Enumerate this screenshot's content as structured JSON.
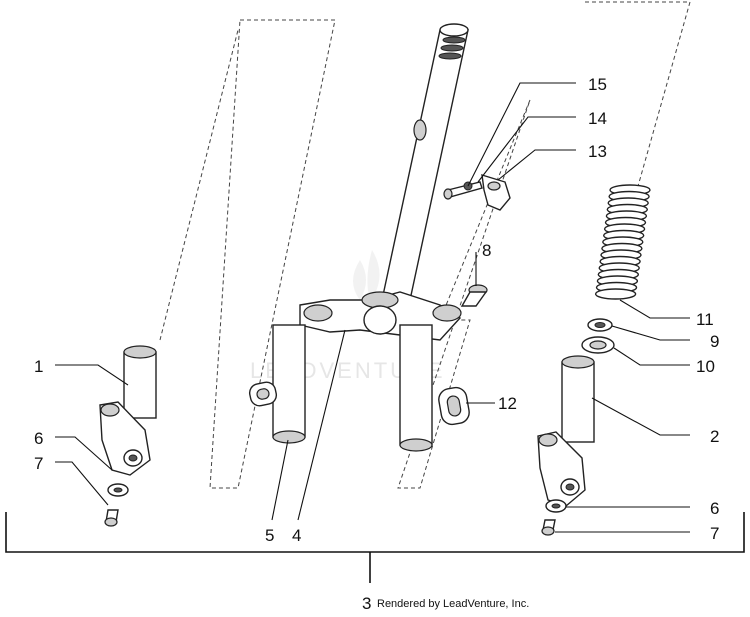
{
  "watermark": "LEADVENTURE",
  "credit": "Rendered by LeadVenture, Inc.",
  "callouts": {
    "c1": "1",
    "c2": "2",
    "c3": "3",
    "c4": "4",
    "c5": "5",
    "c6a": "6",
    "c6b": "6",
    "c7a": "7",
    "c7b": "7",
    "c8": "8",
    "c9": "9",
    "c10": "10",
    "c11": "11",
    "c12": "12",
    "c13": "13",
    "c14": "14",
    "c15": "15"
  }
}
